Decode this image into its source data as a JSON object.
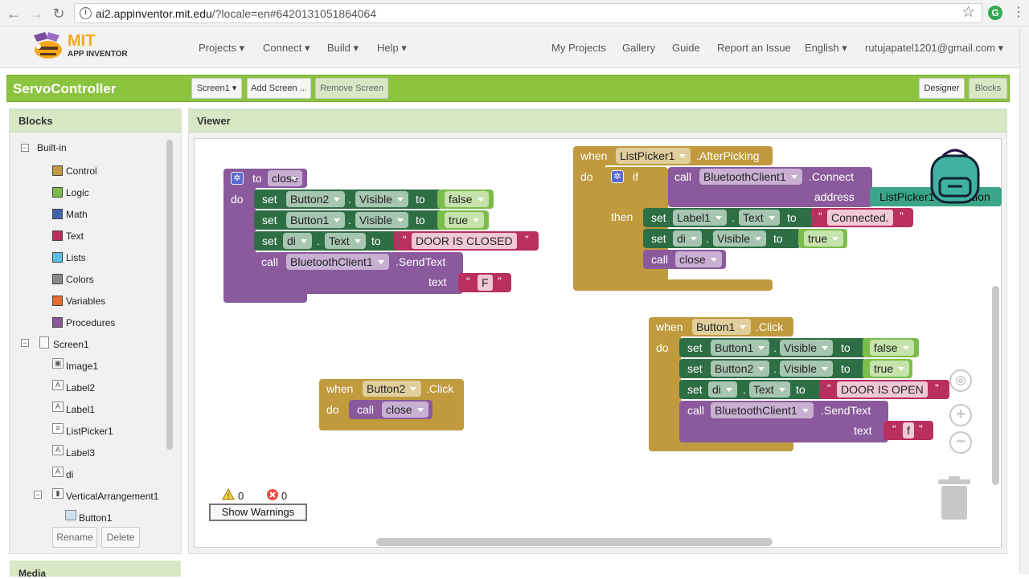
{
  "browser": {
    "url_host": "ai2.appinventor.mit.edu",
    "url_rest": "/?locale=en#6420131051864064",
    "back": "←",
    "forward": "→",
    "reload": "↻",
    "star": "☆",
    "menu": "⋮"
  },
  "logo": {
    "line1": "MIT",
    "line2": "APP INVENTOR"
  },
  "topnav": {
    "projects": "Projects ▾",
    "connect": "Connect ▾",
    "build": "Build ▾",
    "help": "Help ▾",
    "my_projects": "My Projects",
    "gallery": "Gallery",
    "guide": "Guide",
    "report": "Report an Issue",
    "language": "English ▾",
    "user": "rutujapatel1201@gmail.com ▾"
  },
  "toolbar": {
    "project": "ServoController",
    "screen": "Screen1 ▾",
    "add_screen": "Add Screen ...",
    "remove_screen": "Remove Screen",
    "designer": "Designer",
    "blocks": "Blocks"
  },
  "side": {
    "title": "Blocks",
    "builtin": "Built-in",
    "builtins": [
      {
        "label": "Control",
        "color": "#c09a3c"
      },
      {
        "label": "Logic",
        "color": "#7bbd4a"
      },
      {
        "label": "Math",
        "color": "#3e64ad"
      },
      {
        "label": "Text",
        "color": "#b92f5f"
      },
      {
        "label": "Lists",
        "color": "#5ac2e8"
      },
      {
        "label": "Colors",
        "color": "#8a8a8a"
      },
      {
        "label": "Variables",
        "color": "#e56a2e"
      },
      {
        "label": "Procedures",
        "color": "#8a5a9c"
      }
    ],
    "screen": "Screen1",
    "components": [
      "Image1",
      "Label2",
      "Label1",
      "ListPicker1",
      "Label3",
      "di"
    ],
    "varr": "VerticalArrangement1",
    "button1": "Button1",
    "rename": "Rename",
    "delete": "Delete",
    "media": "Media"
  },
  "viewer": {
    "title": "Viewer",
    "warnings_count": "0",
    "errors_count": "0",
    "show_warnings": "Show Warnings"
  },
  "blocks": {
    "proc": {
      "to": "to",
      "name": "close",
      "do": "do",
      "set": "set",
      "call": "call",
      "dot": ".",
      "to_kw": "to",
      "row1": {
        "comp": "Button2",
        "prop": "Visible",
        "val": "false"
      },
      "row2": {
        "comp": "Button1",
        "prop": "Visible",
        "val": "true"
      },
      "row3": {
        "comp": "di",
        "prop": "Text",
        "val": "DOOR IS CLOSED"
      },
      "call_comp": "BluetoothClient1",
      "method": ".SendText",
      "text_kw": "text",
      "text_val": "F"
    },
    "lp": {
      "when": "when",
      "comp": "ListPicker1",
      "event": ".AfterPicking",
      "do": "do",
      "if": "if",
      "call": "call",
      "bt": "BluetoothClient1",
      "method": ".Connect",
      "address": "address",
      "addr_comp": "ListPicker1",
      "addr_prop": "Selection",
      "then": "then",
      "row1": {
        "comp": "Label1",
        "prop": "Text",
        "val": "Connected."
      },
      "row2": {
        "comp": "di",
        "prop": "Visible",
        "val": "true"
      },
      "call_name": "close"
    },
    "b2": {
      "when": "when",
      "comp": "Button2",
      "event": ".Click",
      "do": "do",
      "call": "call",
      "name": "close"
    },
    "b1": {
      "when": "when",
      "comp": "Button1",
      "event": ".Click",
      "do": "do",
      "row1": {
        "comp": "Button1",
        "prop": "Visible",
        "val": "false"
      },
      "row2": {
        "comp": "Button2",
        "prop": "Visible",
        "val": "true"
      },
      "row3": {
        "comp": "di",
        "prop": "Text",
        "val": "DOOR IS OPEN"
      },
      "call_comp": "BluetoothClient1",
      "method": ".SendText",
      "text_kw": "text",
      "text_val": "f"
    }
  }
}
